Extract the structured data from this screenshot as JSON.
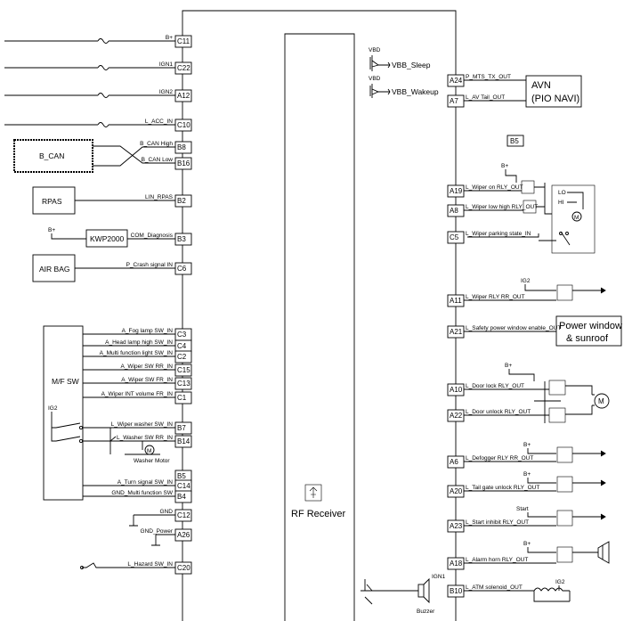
{
  "left_pins": [
    {
      "pin": "C11",
      "signal": "B+"
    },
    {
      "pin": "C22",
      "signal": "IGN1"
    },
    {
      "pin": "A12",
      "signal": "IGN2"
    },
    {
      "pin": "C10",
      "signal": "L_ACC_IN"
    },
    {
      "pin": "B8",
      "signal": "B_CAN High"
    },
    {
      "pin": "B16",
      "signal": "B_CAN Low"
    },
    {
      "pin": "B2",
      "signal": "LIN_RPAS"
    },
    {
      "pin": "B3",
      "signal": "COM_Diagnosis"
    },
    {
      "pin": "C6",
      "signal": "P_Crash signal IN"
    },
    {
      "pin": "C3",
      "signal": "A_Fog lamp SW_IN"
    },
    {
      "pin": "C4",
      "signal": "A_Head lamp high SW_IN"
    },
    {
      "pin": "C2",
      "signal": "A_Multi function light SW_IN"
    },
    {
      "pin": "C15",
      "signal": "A_Wiper SW RR_IN"
    },
    {
      "pin": "C13",
      "signal": "A_Wiper SW FR_IN"
    },
    {
      "pin": "C1",
      "signal": "A_Wiper INT volume FR_IN"
    },
    {
      "pin": "B7",
      "signal": "L_Wiper washer SW_IN"
    },
    {
      "pin": "B14",
      "signal": "L_Washer SW RR_IN"
    },
    {
      "pin": "B5",
      "signal": ""
    },
    {
      "pin": "C14",
      "signal": "A_Turn signal SW_IN"
    },
    {
      "pin": "B4",
      "signal": "GND_Multi function SW"
    },
    {
      "pin": "C12",
      "signal": "GND"
    },
    {
      "pin": "A26",
      "signal": "GND_Power"
    },
    {
      "pin": "C20",
      "signal": "L_Hazard SW_IN"
    }
  ],
  "right_pins": [
    {
      "pin": "A24",
      "signal": "P_MTS_TX_OUT"
    },
    {
      "pin": "A7",
      "signal": "L_AV Tail_OUT"
    },
    {
      "pin": "A19",
      "signal": "L_Wiper on RLY_OUT"
    },
    {
      "pin": "A8",
      "signal": "L_Wiper low high RLY_OUT"
    },
    {
      "pin": "C5",
      "signal": "L_Wiper parking state_IN"
    },
    {
      "pin": "A11",
      "signal": "L_Wiper RLY RR_OUT"
    },
    {
      "pin": "A21",
      "signal": "L_Safety power window enable_OUT"
    },
    {
      "pin": "A10",
      "signal": "L_Door lock RLY_OUT"
    },
    {
      "pin": "A22",
      "signal": "L_Door unlock RLY_OUT"
    },
    {
      "pin": "A6",
      "signal": "L_Defogger RLY RR_OUT"
    },
    {
      "pin": "A20",
      "signal": "L_Tail gate unlock RLY_OUT"
    },
    {
      "pin": "A23",
      "signal": "L_Start inhibit RLY_OUT"
    },
    {
      "pin": "A18",
      "signal": "L_Alarm horn RLY_OUT"
    },
    {
      "pin": "B10",
      "signal": "L_ATM solenoid_OUT"
    }
  ],
  "modules": {
    "b_can": "B_CAN",
    "rpas": "RPAS",
    "kwp": "KWP2000",
    "airbag": "AIR BAG",
    "mf_sw": "M/F SW",
    "avn_line1": "AVN",
    "avn_line2": "(PIO NAVI)",
    "power_window_line1": "Power window",
    "power_window_line2": "& sunroof",
    "rf_receiver": "RF Receiver",
    "b5_tag": "B5"
  },
  "labels": {
    "vbd1": "VBD",
    "vbd2": "VBD",
    "vbb_sleep": "VBB_Sleep",
    "vbb_wakeup": "VBB_Wakeup",
    "bplus": "B+",
    "ig2": "IG2",
    "ign1": "IGN1",
    "start": "Start",
    "washer_motor": "Washer Motor",
    "buzzer": "Buzzer",
    "lo": "LO",
    "hi": "HI",
    "m": "M"
  }
}
